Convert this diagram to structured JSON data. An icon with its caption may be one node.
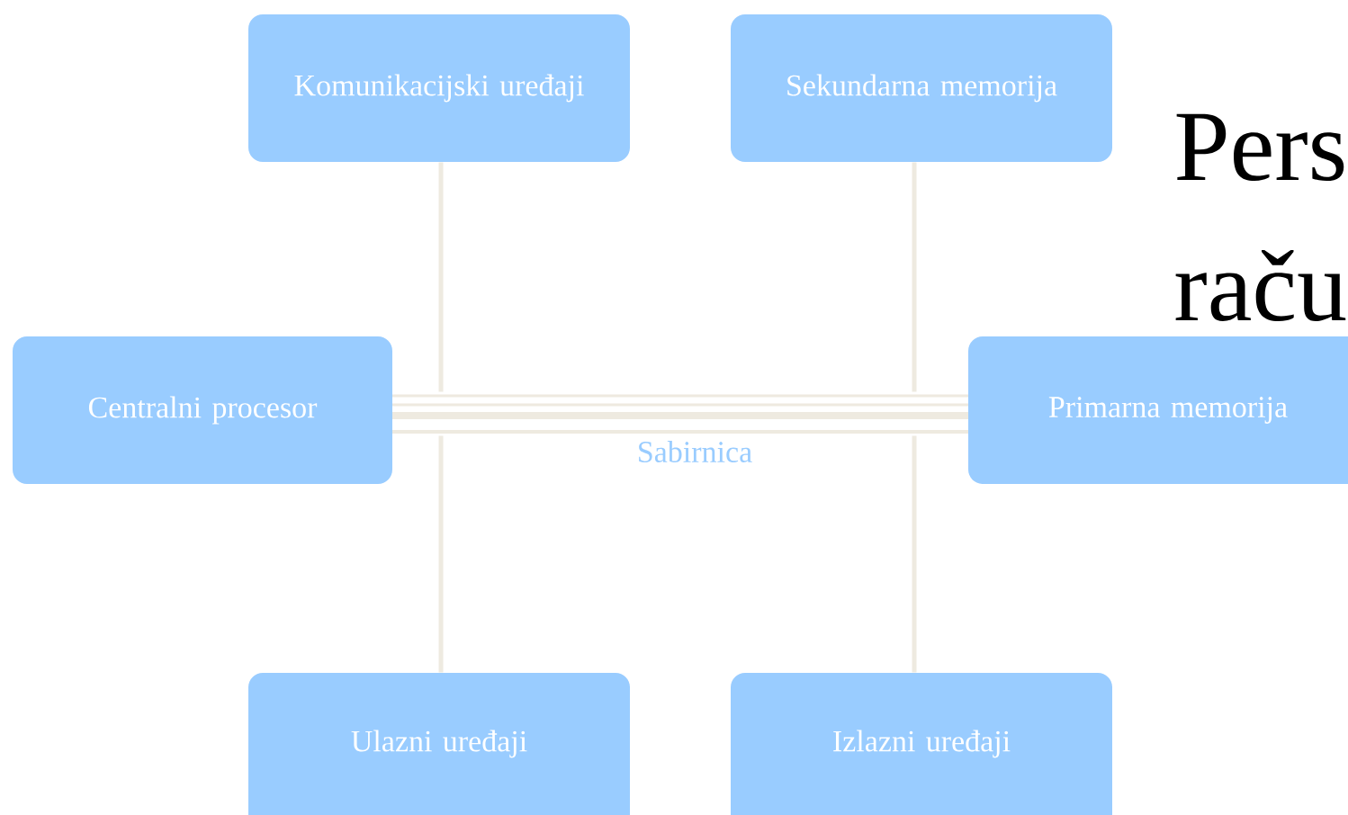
{
  "diagram": {
    "nodes": [
      {
        "text": [
          "Komunikacijski uređaji"
        ]
      },
      {
        "text": [
          "Sekundarna memorija"
        ]
      },
      {
        "text": [
          "Centralni procesor"
        ]
      },
      {
        "text": [
          "Sabirnica"
        ]
      },
      {
        "text": [
          "Primarna memorija"
        ]
      },
      {
        "text": [
          "Ulazni uređaji"
        ]
      },
      {
        "text": [
          "Izlazni uređaji"
        ]
      }
    ],
    "edges": [
      {
        "from": 0,
        "to": 3,
        "arrow": "none"
      },
      {
        "from": 3,
        "to": 5,
        "arrow": "none"
      },
      {
        "from": 1,
        "to": 3,
        "arrow": "none"
      },
      {
        "from": 3,
        "to": 6,
        "arrow": "none"
      }
    ],
    "labels": [
      "Pers",
      "raču"
    ]
  }
}
